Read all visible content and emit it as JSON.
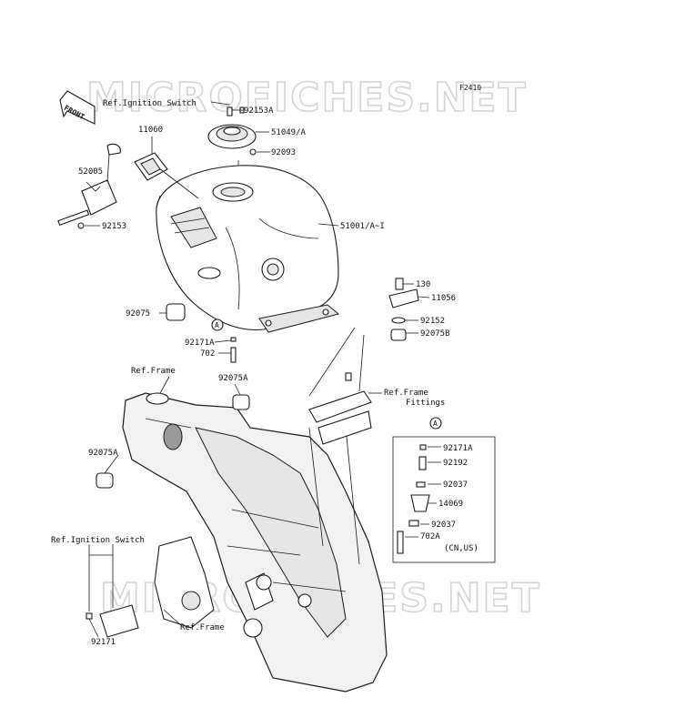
{
  "diagram_code": "F2410",
  "watermark": "MICROFICHES.NET",
  "front_label": "FRONT",
  "callouts": {
    "ref_ignition_top": "Ref.Ignition Switch",
    "p92153A": "92153A",
    "p51049A": "51049/A",
    "p92093": "92093",
    "p11060": "11060",
    "p52005": "52005",
    "p92153": "92153",
    "p51001": "51001/A~I",
    "p130": "130",
    "p11056": "11056",
    "p92075": "92075",
    "p92152": "92152",
    "p92075B": "92075B",
    "marker_A": "A",
    "p92171A": "92171A",
    "p702": "702",
    "ref_frame_left": "Ref.Frame",
    "p92075A_top": "92075A",
    "ref_frame_fittings_1": "Ref.Frame",
    "ref_frame_fittings_2": "Fittings",
    "p92075A_left": "92075A",
    "inset_A": "A",
    "inset_92171A": "92171A",
    "inset_92192": "92192",
    "inset_92037_top": "92037",
    "inset_14069": "14069",
    "inset_92037_bot": "92037",
    "inset_702A": "702A",
    "inset_cn_us": "(CN,US)",
    "ref_ignition_bottom": "Ref.Ignition Switch",
    "ref_frame_bottom": "Ref.Frame",
    "p92171": "92171"
  }
}
